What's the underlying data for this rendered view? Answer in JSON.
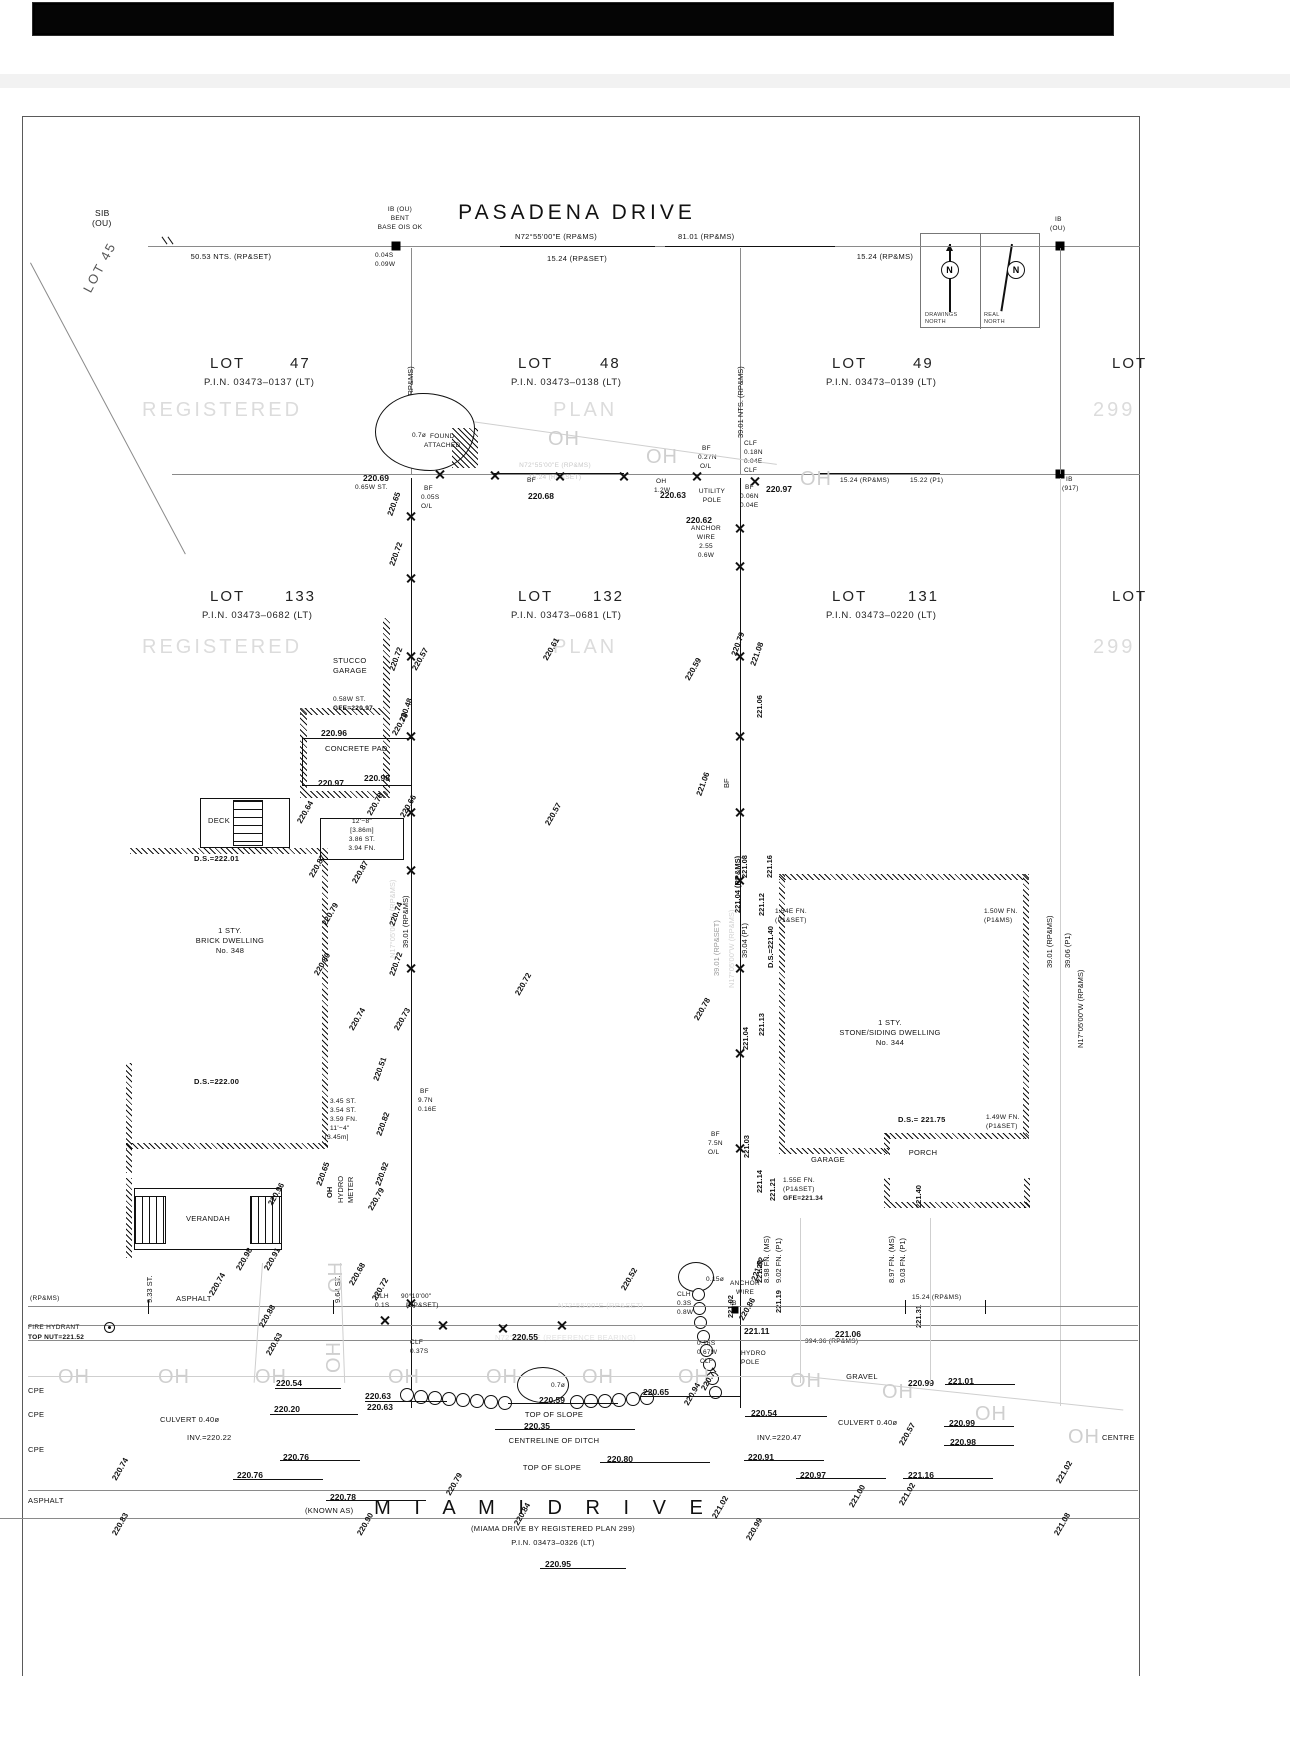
{
  "document": {
    "type": "land-survey-plan",
    "sheet_background": "#ffffff",
    "line_color": "#111111"
  },
  "compass": {
    "drawings_north_label_line1": "DRAWINGS",
    "drawings_north_label_line2": "NORTH",
    "real_north_label_line1": "REAL",
    "real_north_label_line2": "NORTH",
    "drawings_north_letter": "N",
    "real_north_letter": "N"
  },
  "streets": {
    "top": {
      "name": "PASADENA   DRIVE",
      "bearing": "N72°55'00\"E (RP&MS)",
      "distance": "81.01 (RP&MS)",
      "sub_distance": "15.24 (RP&SET)",
      "left_distance": "50.53 NTS. (RP&SET)",
      "mid_distance": "15.24 (RP&SET)",
      "right_distance_1": "15.24 (RP&MS)",
      "right_distance_2": "15.24 (RP&MS)",
      "right_distance_3": "15.22 (P1)"
    },
    "bottom": {
      "known_as": "(KNOWN AS)",
      "name": "M I A M I          D R I V E",
      "note": "(MIAMA DRIVE BY REGISTERED PLAN 299)",
      "pin": "P.I.N. 03473–0326 (LT)",
      "reference_bearing": "N72°55'00\"E   (REFERENCE BEARING)",
      "lower_bearing_mark": "N72°55'00\"E  (RP&SET)",
      "distance_right": "394.36 (RP&MS)",
      "distance_far_right": "15.24 (RP&MS)",
      "left_mark": "(RP&MS)"
    }
  },
  "lots": {
    "upper": [
      {
        "name": "LOT",
        "number": "47",
        "pin": "P.I.N. 03473–0137 (LT)"
      },
      {
        "name": "LOT",
        "number": "48",
        "pin": "P.I.N. 03473–0138 (LT)"
      },
      {
        "name": "LOT",
        "number": "49",
        "pin": "P.I.N. 03473–0139 (LT)"
      },
      {
        "name": "LOT",
        "number": "",
        "pin": ""
      }
    ],
    "lower": [
      {
        "name": "LOT",
        "number": "133",
        "pin": "P.I.N. 03473–0682 (LT)"
      },
      {
        "name": "LOT",
        "number": "132",
        "pin": "P.I.N. 03473–0681 (LT)"
      },
      {
        "name": "LOT",
        "number": "131",
        "pin": "P.I.N. 03473–0220 (LT)"
      },
      {
        "name": "LOT",
        "number": "",
        "pin": ""
      }
    ],
    "watermark": {
      "registered_1": "REGISTERED",
      "plan_1": "PLAN",
      "num_1": "299",
      "registered_2": "REGISTERED",
      "plan_2": "PLAN",
      "num_2": "299"
    }
  },
  "buildings": [
    {
      "line1": "1 STY.",
      "line2": "BRICK DWELLING",
      "line3": "No. 348"
    },
    {
      "line1": "1 STY.",
      "line2": "STONE/SIDING DWELLING",
      "line3": "No. 344"
    }
  ],
  "structures": {
    "stucco_garage_1": "STUCCO",
    "stucco_garage_2": "GARAGE",
    "concrete_pad": "CONCRETE PAD",
    "deck": "DECK",
    "verandah": "VERANDAH",
    "garage": "GARAGE",
    "porch": "PORCH",
    "gravel": "GRAVEL",
    "asphalt_1": "ASPHALT",
    "asphalt_2": "ASPHALT",
    "hydro_meter_1": "HYDRO",
    "hydro_meter_2": "METER",
    "utility_pole_1": "UTILITY",
    "utility_pole_2": "POLE",
    "hydro_pole_1": "HYDRO",
    "hydro_pole_2": "POLE",
    "anchor_wire_1": "ANCHOR",
    "anchor_wire_2": "WIRE",
    "culvert_left": "CULVERT 0.40ø",
    "culvert_right": "CULVERT 0.40ø",
    "top_of_slope_1": "TOP OF SLOPE",
    "top_of_slope_2": "TOP OF SLOPE",
    "centreline_of_ditch": "CENTRELINE OF DITCH",
    "fire_hydrant_1": "FIRE HYDRANT",
    "fire_hydrant_2": "TOP NUT=221.52"
  },
  "monuments": {
    "sib_ou_1": "SIB",
    "sib_ou_2": "(OU)",
    "ib_ou_left_1": "IB (OU)",
    "ib_ou_left_2": "BENT",
    "ib_ou_left_3": "BASE OIS OK",
    "ib_ou_right_1": "IB",
    "ib_ou_right_2": "(OU)",
    "ib_917_1": "IB",
    "ib_917_2": "(917)",
    "lot45": "LOT 45"
  },
  "annotations": {
    "offset_0045s": "0.04S",
    "offset_009w": "0.09W",
    "bf_005s": "BF",
    "bf_005s_2": "0.05S",
    "bf_005s_3": "O/L",
    "bf_027n": "BF",
    "bf_027n_2": "0.27N",
    "bf_027n_3": "O/L",
    "clf_018n_1": "CLF",
    "clf_018n_2": "0.18N",
    "clf_018n_3": "0.04E",
    "clf_018n_4": "CLF",
    "bf_006n_1": "BF",
    "bf_006n_2": "0.06N",
    "bf_006n_3": "0.04E",
    "oh_12w_1": "OH",
    "oh_12w_2": "1.2W",
    "stucco_offset_1": "0.58W ST.",
    "stucco_offset_2": "GFE=220.97",
    "dim_12_8": "12'−8\"",
    "dim_386m": "[3.86m]",
    "dim_386st": "3.86 ST.",
    "dim_394fn": "3.94 FN.",
    "dim_11_4": "11'−4\"",
    "dim_345m": "[3.45m]",
    "dim_345st": "3.45 ST.",
    "dim_354st": "3.54 ST.",
    "dim_359fn": "3.59 FN.",
    "ds_22201": "D.S.=222.01",
    "ds_22200": "D.S.=222.00",
    "ds_22140": "D.S.=221.40",
    "ds_22175": "D.S.= 221.75",
    "bf_97n_1": "BF",
    "bf_97n_2": "9.7N",
    "bf_97n_3": "0.16E",
    "bf_75n_1": "BF",
    "bf_75n_2": "7.5N",
    "bf_75n_3": "O/L",
    "fn_154e_1": "1.54E FN.",
    "fn_154e_2": "(P1&SET)",
    "fn_150w_1": "1.50W FN.",
    "fn_150w_2": "(P1&MS)",
    "fn_149w_1": "1.49W FN.",
    "fn_149w_2": "(P1&SET)",
    "fn_155e_1": "1.55E FN.",
    "fn_155e_2": "(P1&SET)",
    "fn_155e_3": "GFE=221.34",
    "clh_015_1": "CLH",
    "clh_015_2": "0.1S",
    "clh_035_1": "CLH",
    "clh_035_2": "0.3S",
    "clh_035_3": "0.8W",
    "clf_0375_1": "CLF",
    "clf_0375_2": "0.37S",
    "clf_0165_1": "0.16S",
    "clf_0165_2": "0.67W",
    "clf_0165_3": "CLF",
    "angle_90_1": "90°10'00\"",
    "angle_90_2": "(RP&SET)",
    "inv_22022": "INV.=220.22",
    "inv_22047": "INV.=220.47",
    "st_933": "9.33 ST.",
    "st_964": "9.64 ST.",
    "oh_label": "OH",
    "cpe": "CPE",
    "centre": "CENTRE",
    "anchor_255": "2.55",
    "anchor_06w": "0.6W",
    "fn_897_1": "8.97 FN. (MS)",
    "fn_897_2": "9.03 FN. (P1)",
    "fn_898_1": "8.98 FN. (MS)",
    "fn_898_2": "9.02 FN. (P1)",
    "bf_mark": "BF",
    "ib_small": "IB",
    "dia_015": "0.15ø",
    "dia_07": "0.7ø",
    "dia_015b": "0.15ø"
  },
  "dimensions": {
    "v_3901_nts_rpms_left": "39.01 NTS. (RP&MS)",
    "v_3901_nts_rpms_mid": "39.01 NTS. (RP&MS)",
    "v_3901_rpms": "39.01 (RP&MS)",
    "v_3901_rpset": "39.01 (RP&SET)",
    "v_3904_p1": "39.04 (P1)",
    "v_3906_p1": "39.06 (P1)",
    "v_bearing_left": "N17°05'00\"W (RP&MS)",
    "v_bearing_mid": "N17°05'00\"W (RP&MS)",
    "v_bearing_right": "N17°05'00\"W (RP&MS)",
    "v_22104_rpms": "221.04 (RP&MS)",
    "v_22112": "221.12",
    "v_22113": "221.13",
    "v_22114": "221.14",
    "v_22103": "221.03",
    "v_22121": "221.21",
    "v_22119": "221.19",
    "v_22120": "221.20",
    "v_22102": "221.02",
    "v_22104b": "221.04",
    "v_22106": "221.06",
    "v_22116": "221.16",
    "v_22108": "221.08",
    "v_22131": "221.31",
    "v_22140": "221.40"
  },
  "elevations": {
    "top_row": [
      "220.69",
      "0.65W ST.",
      "220.68",
      "220.63",
      "220.97",
      "220.62"
    ],
    "left_cluster": [
      "220.65",
      "220.72",
      "220.72",
      "220.57",
      "220.48",
      "220.96",
      "220.97",
      "220.98",
      "220.79",
      "220.78",
      "220.66",
      "220.64",
      "220.87",
      "220.87",
      "220.79",
      "220.74",
      "220.80",
      "220.72",
      "220.74",
      "220.73",
      "220.51",
      "220.82",
      "220.65",
      "220.92",
      "220.96",
      "220.79",
      "220.91",
      "220.98",
      "220.88",
      "220.74",
      "220.68",
      "220.63",
      "220.72",
      "220.54",
      "220.63",
      "220.20",
      "220.76",
      "220.74",
      "220.76",
      "220.78",
      "220.83",
      "220.90"
    ],
    "centre_cluster": [
      "220.61",
      "220.57",
      "220.72",
      "220.63",
      "220.55",
      "220.59",
      "220.35",
      "220.79",
      "220.84",
      "220.95",
      "220.52",
      "220.80",
      "220.65"
    ],
    "right_cluster": [
      "220.59",
      "220.79",
      "221.08",
      "221.06",
      "220.78",
      "221.02",
      "221.06",
      "220.77",
      "220.54",
      "220.91",
      "220.97",
      "221.00",
      "221.02",
      "221.16",
      "220.57",
      "221.01",
      "220.99",
      "220.98",
      "220.86",
      "221.11",
      "220.99",
      "221.08",
      "221.02",
      "220.94"
    ]
  },
  "watermark_text": {
    "oh_wire": "OH"
  }
}
